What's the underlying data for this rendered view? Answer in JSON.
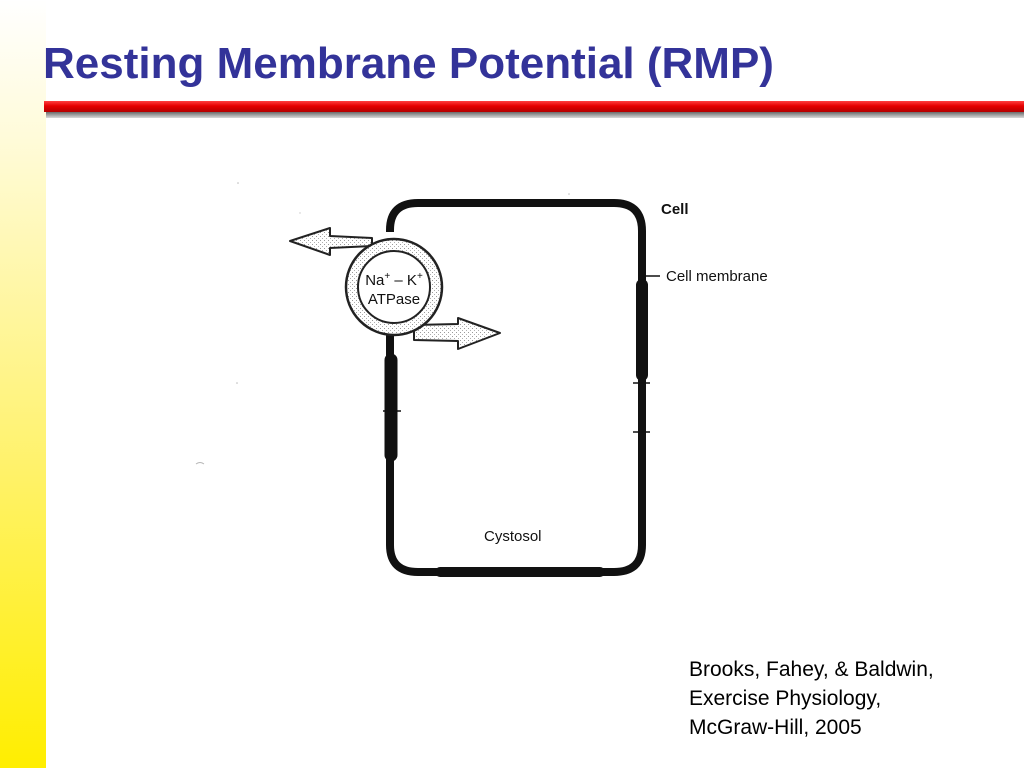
{
  "slide": {
    "title": "Resting Membrane Potential (RMP)"
  },
  "diagram": {
    "labels": {
      "cell": "Cell",
      "cell_membrane": "Cell membrane",
      "cytosol": "Cystosol",
      "pump_line1_na": "Na",
      "pump_line1_sep": " – K",
      "pump_sup": "+",
      "pump_line2": "ATPase"
    }
  },
  "citation": {
    "line1": "Brooks, Fahey, & Baldwin,",
    "line2": "Exercise Physiology,",
    "line3": "McGraw-Hill, 2005"
  },
  "colors": {
    "title": "#333399",
    "title_rule": "#e60000",
    "left_band": "#ffee00"
  }
}
